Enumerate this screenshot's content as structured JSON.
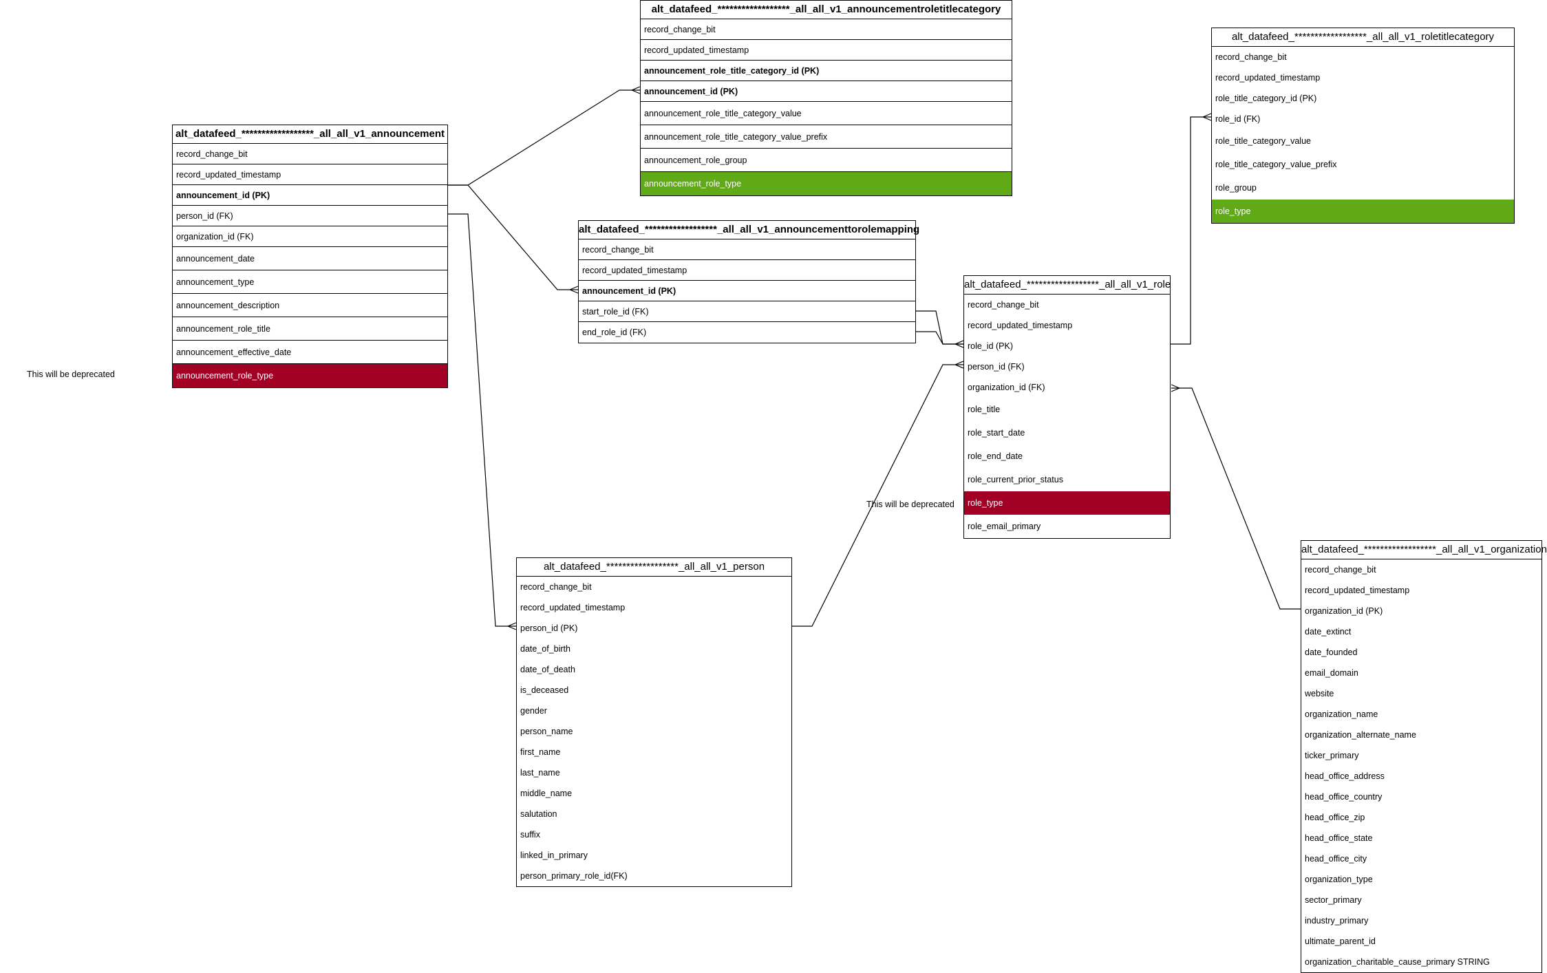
{
  "entities": {
    "announcement": {
      "title": "alt_datafeed_******************_all_all_v1_announcement",
      "fields": [
        "record_change_bit",
        "record_updated_timestamp",
        "announcement_id (PK)",
        "person_id (FK)",
        "organization_id (FK)",
        "announcement_date",
        "announcement_type",
        "announcement_description",
        "announcement_role_title",
        "announcement_effective_date",
        "announcement_role_type"
      ]
    },
    "announcementroletitlecategory": {
      "title": "alt_datafeed_******************_all_all_v1_announcementroletitlecategory",
      "fields": [
        "record_change_bit",
        "record_updated_timestamp",
        "announcement_role_title_category_id (PK)",
        "announcement_id (PK)",
        "announcement_role_title_category_value",
        "announcement_role_title_category_value_prefix",
        "announcement_role_group",
        "announcement_role_type"
      ]
    },
    "announcementtorolemapping": {
      "title": "alt_datafeed_******************_all_all_v1_announcementtorolemapping",
      "fields": [
        "record_change_bit",
        "record_updated_timestamp",
        "announcement_id (PK)",
        "start_role_id (FK)",
        "end_role_id (FK)"
      ]
    },
    "roletitlecategory": {
      "title": "alt_datafeed_******************_all_all_v1_roletitlecategory",
      "fields": [
        "record_change_bit",
        "record_updated_timestamp",
        "role_title_category_id (PK)",
        "role_id (FK)",
        "role_title_category_value",
        "role_title_category_value_prefix",
        "role_group",
        "role_type"
      ]
    },
    "role": {
      "title": "alt_datafeed_******************_all_all_v1_role",
      "fields": [
        "record_change_bit",
        "record_updated_timestamp",
        "role_id (PK)",
        "person_id (FK)",
        "organization_id (FK)",
        "role_title",
        "role_start_date",
        "role_end_date",
        "role_current_prior_status",
        "role_type",
        "role_email_primary"
      ]
    },
    "person": {
      "title": "alt_datafeed_******************_all_all_v1_person",
      "fields": [
        "record_change_bit",
        "record_updated_timestamp",
        "person_id (PK)",
        "date_of_birth",
        "date_of_death",
        "is_deceased",
        "gender",
        "person_name",
        "first_name",
        "last_name",
        "middle_name",
        "salutation",
        "suffix",
        "linked_in_primary",
        "person_primary_role_id(FK)"
      ]
    },
    "organization": {
      "title": "alt_datafeed_******************_all_all_v1_organization",
      "fields": [
        "record_change_bit",
        "record_updated_timestamp",
        "organization_id (PK)",
        "date_extinct",
        "date_founded",
        "email_domain",
        "website",
        "organization_name",
        "organization_alternate_name",
        "ticker_primary",
        "head_office_address",
        "head_office_country",
        "head_office_zip",
        "head_office_state",
        "head_office_city",
        "organization_type",
        "sector_primary",
        "industry_primary",
        "ultimate_parent_id",
        "organization_charitable_cause_primary  STRING"
      ]
    }
  },
  "notes": {
    "deprecated_left": "This will be deprecated",
    "deprecated_mid": "This will be deprecated"
  },
  "colors": {
    "deprecated": "#a20025",
    "highlight": "#60a917",
    "line": "#000000"
  }
}
